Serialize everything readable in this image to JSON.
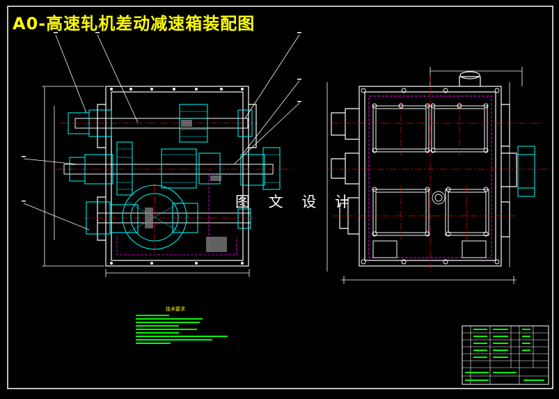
{
  "drawing": {
    "title": "A0-高速轧机差动减速箱装配图",
    "watermark": "图 文 设 计",
    "notes_title": "技术要求"
  },
  "colors": {
    "background": "#000000",
    "title": "#ffff00",
    "outline": "#ffffff",
    "parts": "#00ffff",
    "centerline": "#ff0000",
    "hidden": "#ff00ff",
    "notes": "#00ff00"
  }
}
